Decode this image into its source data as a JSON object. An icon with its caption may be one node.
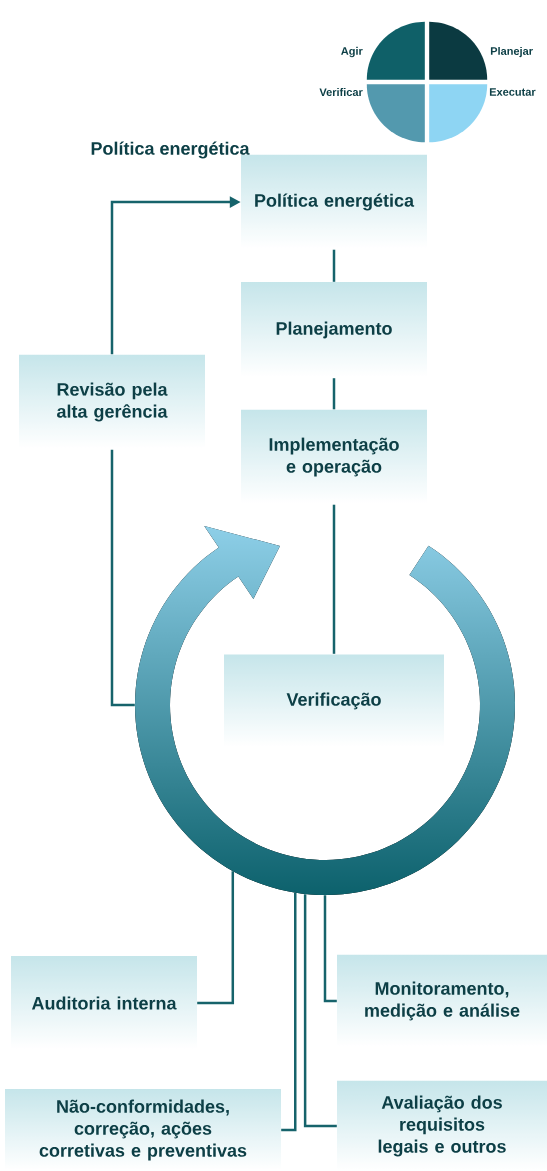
{
  "diagram": {
    "nodes": [
      {
        "text": [
          "Política energética"
        ]
      },
      {
        "text": [
          "Planejamento"
        ]
      },
      {
        "text": [
          "Revisão pela alta gerência"
        ]
      },
      {
        "text": [
          "Implementação e operação"
        ]
      },
      {
        "text": [],
        "shape": "circle"
      },
      {
        "text": [
          "Verificação"
        ]
      },
      {
        "text": [
          "Auditoria interna"
        ]
      },
      {
        "text": [
          "Monitoramento, medição e análise"
        ]
      },
      {
        "text": [
          "Não-conformidades, correção, ações corretivas e preventivas"
        ]
      },
      {
        "text": [
          "Avaliação dos requisitos legais e outros"
        ]
      }
    ],
    "edges": [
      {
        "from": 0,
        "to": 1,
        "arrow": "none"
      },
      {
        "from": 1,
        "to": 3,
        "arrow": "none"
      },
      {
        "from": 3,
        "to": 5,
        "arrow": "none"
      },
      {
        "from": 2,
        "to": 0,
        "arrow": "to",
        "label": "Política energética"
      },
      {
        "from": 4,
        "to": 2,
        "arrow": "none"
      },
      {
        "from": 6,
        "to": 4,
        "arrow": "none"
      },
      {
        "from": 7,
        "to": 4,
        "arrow": "none"
      },
      {
        "from": 8,
        "to": 4,
        "arrow": "none"
      },
      {
        "from": 9,
        "to": 4,
        "arrow": "none"
      }
    ],
    "legend": [
      {
        "text": "Agir",
        "color": "#0f6068"
      },
      {
        "text": "Planejar",
        "color": "#0b3a41"
      },
      {
        "text": "Verificar",
        "color": "#5399ae"
      },
      {
        "text": "Executar",
        "color": "#8ed5f3"
      }
    ]
  }
}
